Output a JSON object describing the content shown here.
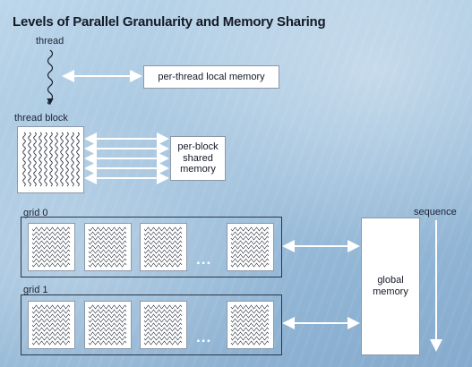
{
  "title": "Levels of Parallel Granularity and Memory Sharing",
  "labels": {
    "thread": "thread",
    "thread_block": "thread block",
    "grid0": "grid 0",
    "grid1": "grid 1",
    "sequence": "sequence"
  },
  "memories": {
    "local": "per-thread local memory",
    "shared_lines": [
      "per-block",
      "shared",
      "memory"
    ],
    "global_lines": [
      "global",
      "memory"
    ]
  },
  "ellipsis": "...",
  "colors": {
    "background": "#a9c8e1",
    "box_fill": "#ffffff",
    "arrow": "#ffffff",
    "text": "#141a26"
  },
  "icons": [
    "thread-squiggle-icon",
    "double-arrow-icon",
    "down-arrow-icon"
  ]
}
